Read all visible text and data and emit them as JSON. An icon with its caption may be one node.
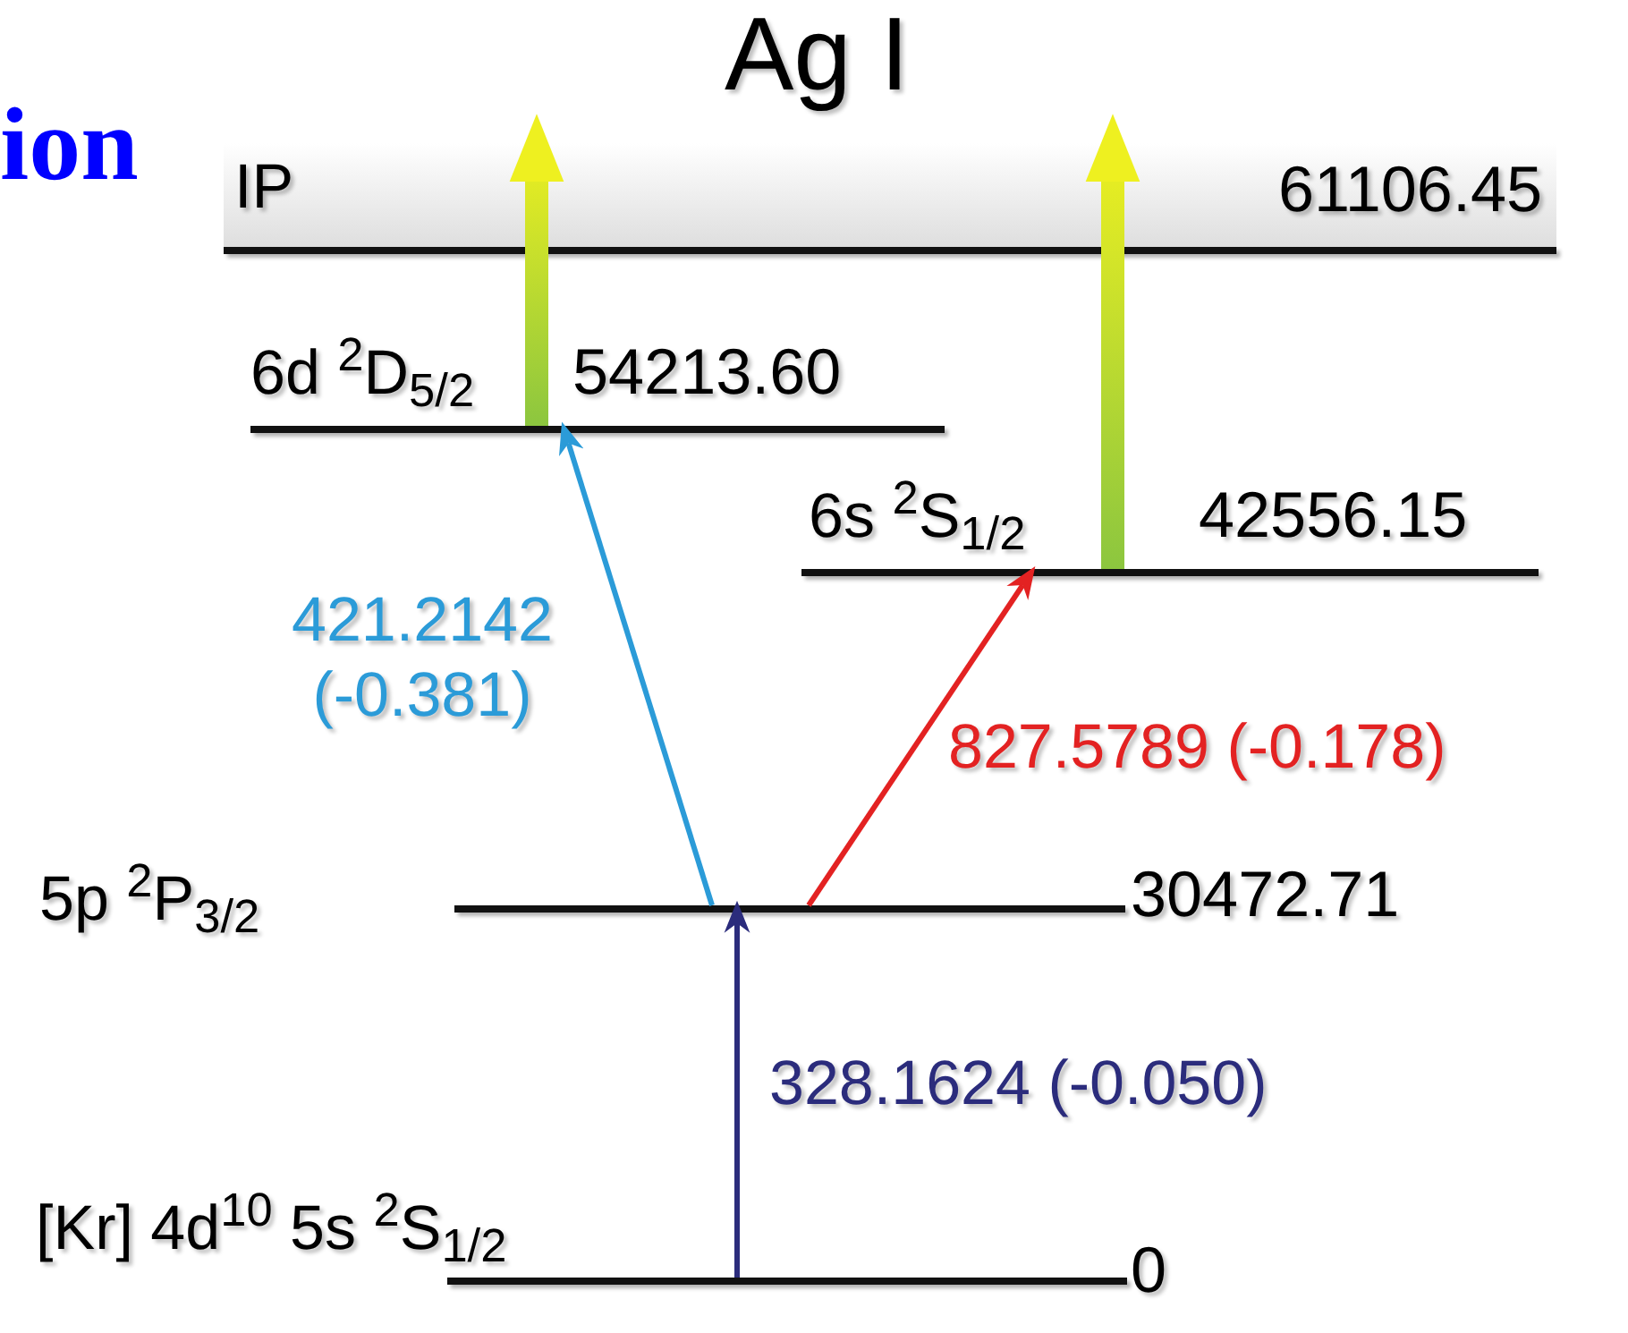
{
  "diagram": {
    "title": "Ag I",
    "nodes": [
      {
        "text": [
          "IP",
          "61106.45"
        ]
      },
      {
        "text": [
          "6d $^{2}$D$_{5/2}$",
          "54213.60"
        ]
      },
      {
        "text": [
          "6s $^{2}$S$_{1/2}$",
          "42556.15"
        ]
      },
      {
        "text": [
          "5p $^{2}$P$_{3/2}$",
          "30472.71"
        ]
      },
      {
        "text": [
          "[Kr] 4d$^{10}$ 5s $^{2}$S$_{1/2}$",
          "0"
        ]
      }
    ],
    "edges": [
      {
        "from": 4,
        "to": 3,
        "arrow": "to",
        "label": "328.1624 (-0.050)",
        "color": "#2b2c7c"
      },
      {
        "from": 3,
        "to": 1,
        "arrow": "to",
        "label": "421.2142 (-0.381)",
        "color": "#2b9bd8"
      },
      {
        "from": 3,
        "to": 2,
        "arrow": "to",
        "label": "827.5789 (-0.178)",
        "color": "#e32222"
      },
      {
        "from": 1,
        "to": 0,
        "arrow": "to",
        "style": "thick",
        "color": "#eef020"
      },
      {
        "from": 2,
        "to": 0,
        "arrow": "to",
        "style": "thick",
        "color": "#eef020"
      }
    ],
    "labels": [
      "ion"
    ]
  }
}
